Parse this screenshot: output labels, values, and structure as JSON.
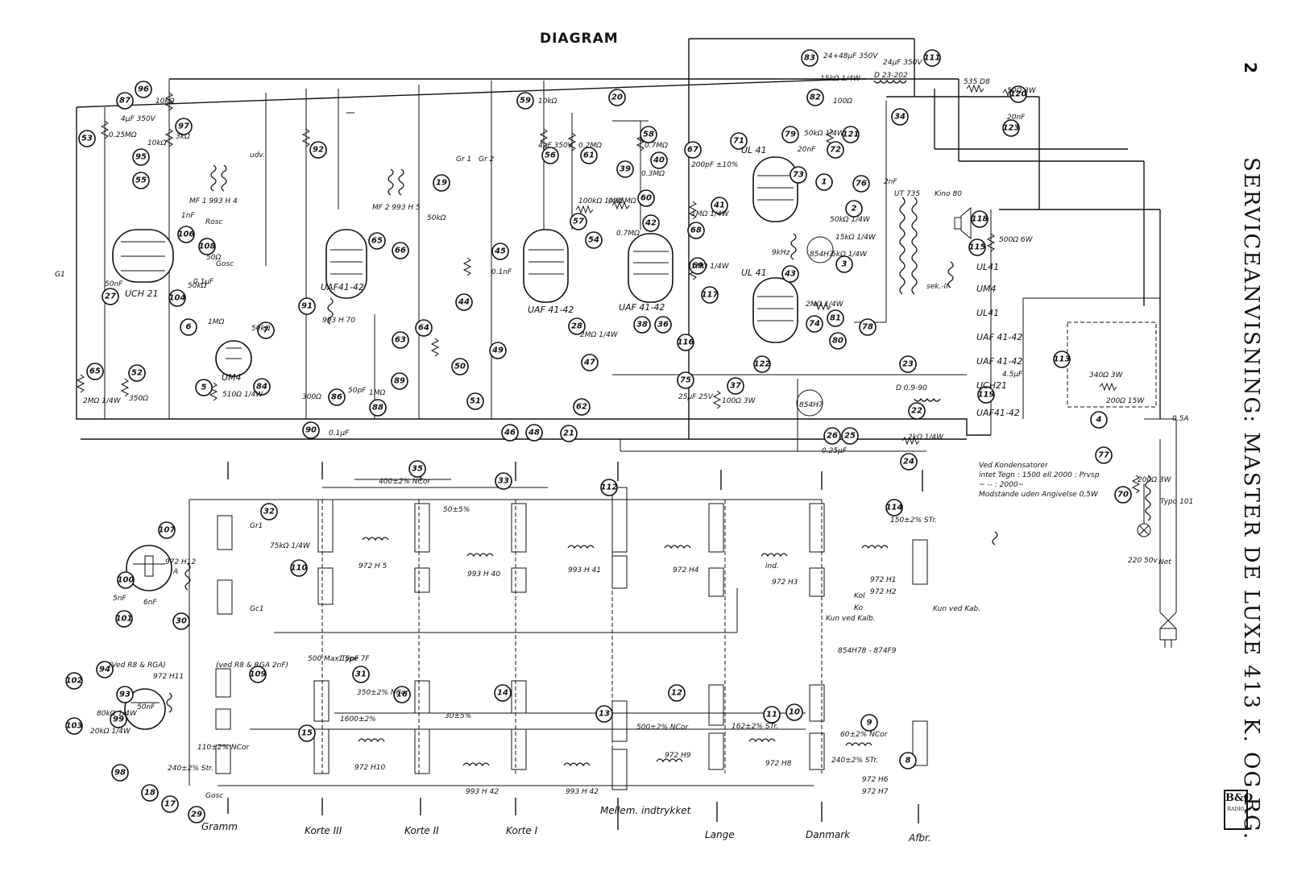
{
  "title": "DIAGRAM",
  "side_title": "SERVICEANVISNING: MASTER DE LUXE 413 K. OG RG.",
  "page_number": "2",
  "logo": {
    "line1": "B&O",
    "line2": "RADIO"
  },
  "tube_labels": [
    "UCH 21",
    "UM4",
    "UAF41-42",
    "UAF 41-42",
    "UAF 41-42",
    "UL 41",
    "UL 41"
  ],
  "power_tube_list": [
    "UL41",
    "UM4",
    "UL41",
    "UAF 41-42",
    "UAF 41-42",
    "UCH21",
    "UAF41-42"
  ],
  "transformer_labels": [
    "MF 1 993 H 4",
    "MF 2 993 H 5",
    "993 H 70",
    "UT 735",
    "Kino 80",
    "sek.-II",
    "9kHz",
    "854H7",
    "854H7",
    "Typo 101"
  ],
  "coil_labels": [
    "972 H 5",
    "993 H 40",
    "993 H 41",
    "972 H4",
    "972 H3",
    "972 H1",
    "972 H2",
    "972 H10",
    "993 H 42",
    "993 H 42",
    "972 H9",
    "972 H8",
    "972 H6",
    "972 H7",
    "972 H11",
    "972 H12"
  ],
  "switch_labels": [
    "Gramm",
    "Korte III",
    "Korte II",
    "Korte I",
    "Mellem. indtrykket",
    "Lange",
    "Danmark",
    "Afbr."
  ],
  "part_numbers": [
    "854H78 - 874F9"
  ],
  "component_values": [
    "10kΩ",
    "0.25MΩ",
    "4µF 350V",
    "3kΩ",
    "10kΩ",
    "1nF",
    "50nF",
    "50Ω",
    "50kΩ",
    "1MΩ",
    "2MΩ 1/4W",
    "350Ω",
    "510Ω 1/4W",
    "50kΩ",
    "0.1µF",
    "300Ω",
    "50pF",
    "1MΩ",
    "0.1µF",
    "10kΩ",
    "4µF 350V",
    "0.2MΩ",
    "0.7MΩ",
    "0.3MΩ",
    "100kΩ 1/4W",
    "0.65MΩ",
    "0.7MΩ",
    "0.1nF",
    "2MΩ 1/4W",
    "50kΩ",
    "200pF ±10%",
    "1MΩ 1/4W",
    "1MΩ 1/4W",
    "25µF 25V",
    "100Ω 3W",
    "24+48µF 350V",
    "24µF 350V",
    "D 23-202",
    "535 D8",
    "50Ω 3W",
    "20nF",
    "15kΩ 1/4W",
    "100Ω",
    "50kΩ 1/4W",
    "20nF",
    "2nF",
    "50kΩ 1/4W",
    "15kΩ 1/4W",
    "5kΩ 1/4W",
    "2MΩ 1/4W",
    "2kΩ 1/4W",
    "0.25µF",
    "D 0.9-90",
    "500Ω 6W",
    "4.5µF",
    "340Ω 3W",
    "200Ω 15W",
    "0.5A",
    "200Ω 3W",
    "220 50v",
    "1.5pF",
    "350±2% NCor",
    "1600±2%",
    "500±2% NCor",
    "162±2% STr.",
    "60±2% NCor",
    "240±2% STr.",
    "150±2% STr.",
    "400±2% NCor",
    "110±2% NCor",
    "240±2% Str.",
    "50nF",
    "80kΩ 1/4W",
    "20kΩ 1/4W",
    "30±5%",
    "50±5%",
    "75kΩ 1/4W",
    "6nF",
    "5nF",
    "500 Max Type 7F"
  ],
  "labels_misc": [
    "G1",
    "Gr 1",
    "Gr 2",
    "Rosc",
    "Gosc",
    "udv.",
    "ind.",
    "Kol",
    "Ko",
    "Kun ved Kab.",
    "Kun ved Kalb.",
    "A",
    "Gr1",
    "Gc1",
    "Gosc",
    "(Ved R8 & RGA)",
    "(ved R8 & RGA 2nF)",
    "Net",
    "Ved Kondensatorer",
    "intet Tegn : 1500 ell 2000 : Prvsp",
    "~ -- : 2000~",
    "Modstande uden Angivelse 0,5W"
  ],
  "callouts_top": [
    "96",
    "87",
    "53",
    "97",
    "55",
    "95",
    "108",
    "106",
    "104",
    "27",
    "6",
    "7",
    "5",
    "65",
    "52",
    "91",
    "92",
    "66",
    "65",
    "19",
    "89",
    "84",
    "86",
    "88",
    "90",
    "59",
    "56",
    "61",
    "20",
    "57",
    "54",
    "45",
    "44",
    "49",
    "50",
    "51",
    "46",
    "48",
    "21",
    "28",
    "47",
    "62",
    "64",
    "63",
    "58",
    "60",
    "40",
    "39",
    "42",
    "38",
    "36",
    "116",
    "117",
    "75",
    "37",
    "67",
    "68",
    "69",
    "41",
    "71",
    "79",
    "72",
    "73",
    "1",
    "2",
    "3",
    "43",
    "74",
    "80",
    "81",
    "122",
    "26",
    "25",
    "24",
    "23",
    "22",
    "76",
    "78",
    "83",
    "82",
    "111",
    "121",
    "34",
    "120",
    "123",
    "118",
    "115",
    "119",
    "113",
    "4",
    "77",
    "70"
  ],
  "callouts_bottom": [
    "35",
    "33",
    "112",
    "114",
    "32",
    "107",
    "100",
    "101",
    "110",
    "30",
    "94",
    "102",
    "93",
    "99",
    "103",
    "98",
    "18",
    "17",
    "29",
    "31",
    "16",
    "15",
    "14",
    "13",
    "12",
    "11",
    "10",
    "9",
    "8",
    "109"
  ]
}
